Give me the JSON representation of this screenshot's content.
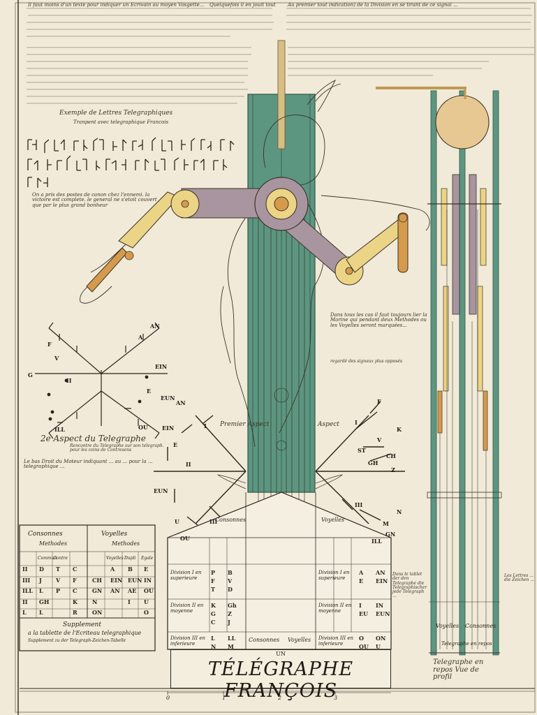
{
  "header_text": {
    "top_left": "Il faut moins d'un texte pour indiquer un Ecrivain au moyen Vosgette...",
    "top_middle": "Quelquefois il en jouit tout",
    "top_right": "Au premier tout indication) de la Division en se tirant de ce signal ..."
  },
  "examples_heading": "Exemple de Lettres Telegraphiques",
  "examples_sub": "Tranpent avec telegraphique Francois",
  "left_note": "On a pris des postes de canon chez l'ennemi. la victoire est complete. le general ne s'etoit couvert que par le plus grand bonheur",
  "aspect_2": {
    "label": "2e Aspect du Telegraphe",
    "sub": "Rencontre du Telegraphe sur son telegraph. pour les coins de Contresens"
  },
  "premier_aspect": "Premier Aspect",
  "aspect_right": "Aspect",
  "right_note": "Dans tous les cas il faut toujours lier la Marine qui pendant deux Methodes ou les Voyelles seront marquées...",
  "right_note_sub": "regardé des signaux plus opposés",
  "lower_left_note": "Le bas Droit du Moteur indiquant ... au ... pour la ... telegraphique ...",
  "lower_right_note": "Dans le tablet der den Telegraphe die Telegraphischer jede Telegraph ...",
  "far_right_note": "Les Lettres ... die Zeichen ...",
  "left_table": {
    "head_consonnes": "Consonnes",
    "head_voyelles": "Voyelles",
    "sub_left": "Methodes",
    "sub_right": "Methodes",
    "col_heads": [
      "Commun",
      "Contre",
      "Voyelles",
      "Dupli",
      "Egale"
    ],
    "rows": [
      [
        "D",
        "T",
        "C",
        "",
        "A",
        "B",
        "E"
      ],
      [
        "J",
        "V",
        "F",
        "CH",
        "EIN",
        "EUN",
        "IN"
      ],
      [
        "L",
        "P",
        "C",
        "GN",
        "AN",
        "AE",
        "OU"
      ],
      [
        "GH",
        "",
        "K",
        "N",
        "",
        "I",
        "U"
      ],
      [
        "L",
        "",
        "R",
        "ON",
        "",
        "",
        "O"
      ]
    ],
    "row_labels": [
      "II",
      "III",
      "ILL",
      "II",
      "L"
    ],
    "supplement_title": "Supplement",
    "supplement_text": "a la tablette de l'Ecriteau telegraphique",
    "supplement_sub": "Supplement zu der Telegraph-Zeichen-Tabelle"
  },
  "center_table": {
    "consonnes_head": "Consonnes",
    "voyelles_head": "Voyelles",
    "bottom_consonnes": "Consonnes",
    "bottom_voyelles": "Voyelles",
    "left_rows": [
      {
        "label": "Division I en superieure",
        "v1": "P\nF\nT",
        "v2": "B\nV\nD"
      },
      {
        "label": "Division II en moyenne",
        "v1": "K\nG\nC",
        "v2": "Gh\nZ\nJ"
      },
      {
        "label": "Division III en inferieure",
        "v1": "L\nN\nGn",
        "v2": "LL\nM\nLL"
      }
    ],
    "right_rows": [
      {
        "label": "Division I en superieure",
        "v1": "A\nE",
        "v2": "AN\nEIN"
      },
      {
        "label": "Division II en moyenne",
        "v1": "I\nEU",
        "v2": "IN\nEUN"
      },
      {
        "label": "Division III en inferieure",
        "v1": "O\nOU",
        "v2": "ON\nU"
      }
    ]
  },
  "left_aspect_labels": [
    "AN",
    "A",
    "EIN",
    "F",
    "V",
    "G",
    "E",
    "EUN",
    "ILL",
    "OU",
    "II"
  ],
  "mid_aspect_labels": [
    "AN",
    "EIN",
    "I",
    "E",
    "II",
    "EUN",
    "III",
    "U",
    "OU"
  ],
  "right_aspect_labels": [
    "F",
    "I",
    "K",
    "V",
    "ST",
    "CH",
    "GH",
    "Z",
    "III",
    "M",
    "N",
    "GN",
    "ILL"
  ],
  "profile_labels": {
    "voyelles": "Voyelles",
    "consonnes": "Consonnes",
    "caption": "Telegraphe en repos"
  },
  "profile_caption": "Telegraphe en repos Vue de profil",
  "title": {
    "un": "UN",
    "main": "TÉLÉGRAPHE FRANÇOIS"
  },
  "scale_numbers": [
    "0",
    "1",
    "2",
    "3"
  ],
  "colors": {
    "green": "#5d9680",
    "yellow": "#ecd487",
    "orange": "#d59a4c",
    "mauve": "#a895a0",
    "gold": "#e8c892",
    "paper": "#f1ead9",
    "ink": "#2a241b"
  }
}
